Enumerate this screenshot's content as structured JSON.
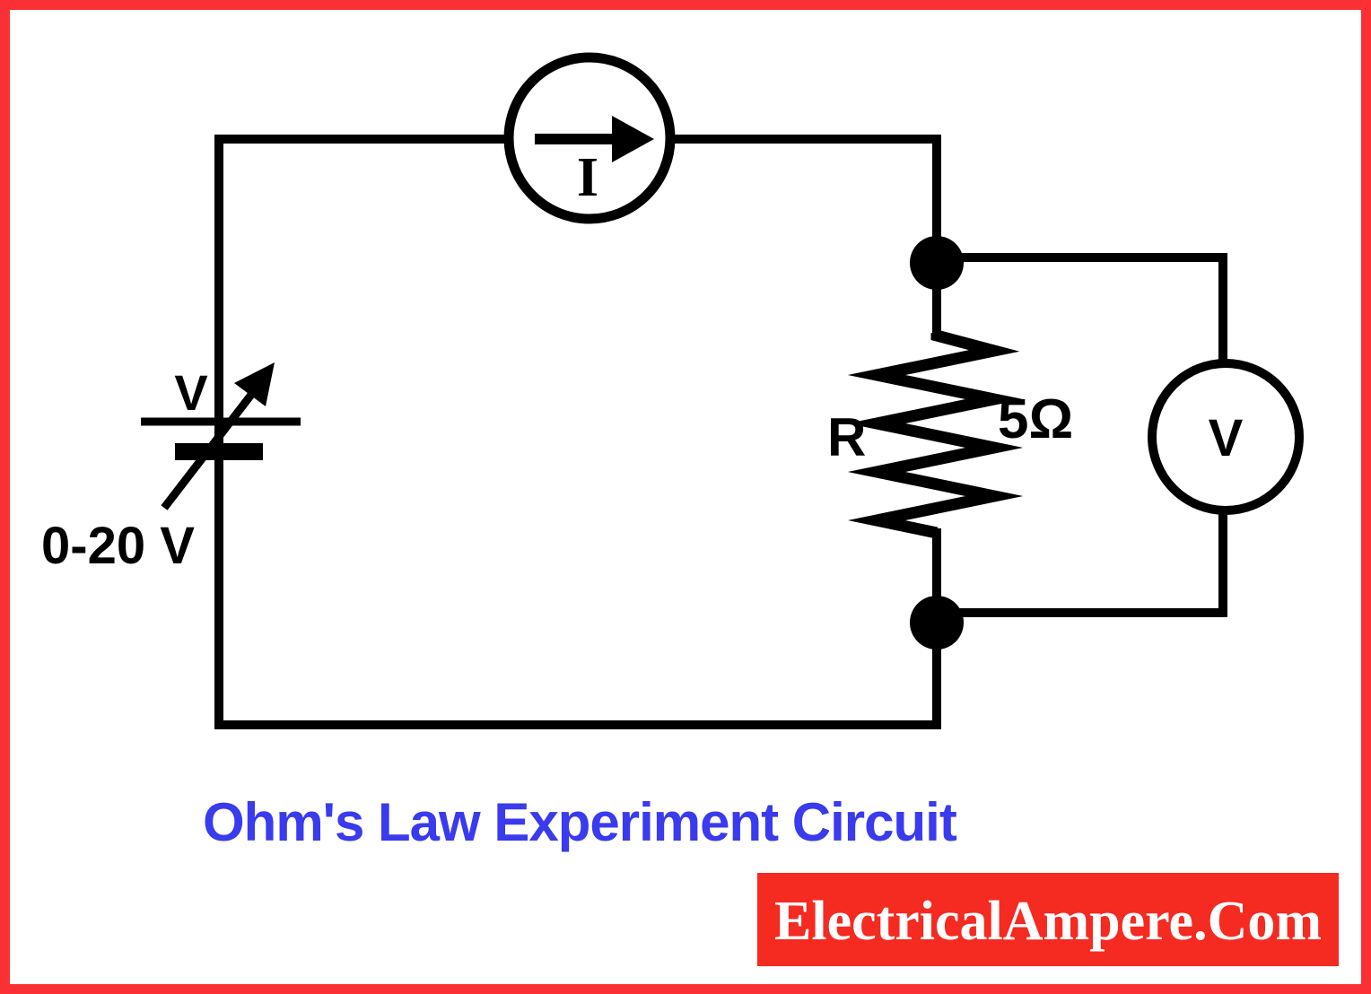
{
  "diagram": {
    "title": "Ohm's Law Experiment Circuit",
    "watermark": "ElectricalAmpere.Com",
    "components": {
      "ammeter": {
        "label": "I"
      },
      "voltmeter": {
        "label": "V"
      },
      "source": {
        "label": "V",
        "range": "0-20 V"
      },
      "resistor": {
        "name": "R",
        "value": "5Ω"
      }
    },
    "colors": {
      "border_red": "#fb3034",
      "banner_red": "#f52a21",
      "banner_text_white": "#ffffff",
      "title_blue": "#3a3aee",
      "wire_black": "#000000",
      "background_white": "#ffffff"
    }
  }
}
